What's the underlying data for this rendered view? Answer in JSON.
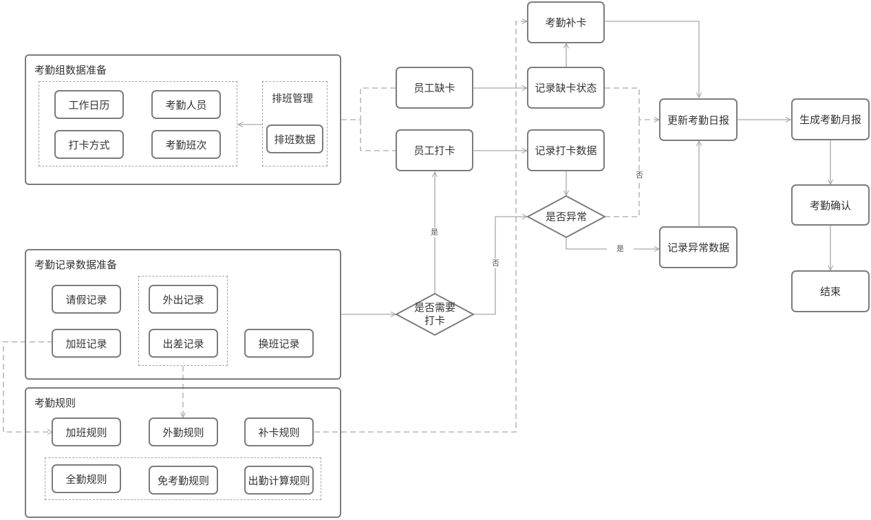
{
  "groups": {
    "group_data": {
      "title": "考勤组数据准备",
      "items": [
        "工作日历",
        "考勤人员",
        "打卡方式",
        "考勤班次"
      ],
      "shift_mgmt": {
        "title": "排班管理",
        "item": "排班数据"
      }
    },
    "record_data": {
      "title": "考勤记录数据准备",
      "items": [
        "请假记录",
        "加班记录",
        "外出记录",
        "出差记录",
        "换班记录"
      ]
    },
    "rules": {
      "title": "考勤规则",
      "items": [
        "加班规则",
        "外勤规则",
        "补卡规则",
        "全勤规则",
        "免考勤规则",
        "出勤计算规则"
      ]
    }
  },
  "flow": {
    "employee_missing": "员工缺卡",
    "employee_punch": "员工打卡",
    "need_punch": {
      "line1": "是否需要",
      "line2": "打卡"
    },
    "supplement": "考勤补卡",
    "record_missing": "记录缺卡状态",
    "record_punch": "记录打卡数据",
    "is_abnormal": "是否异常",
    "record_abnormal": "记录异常数据",
    "update_daily": "更新考勤日报",
    "monthly_report": "生成考勤月报",
    "confirm": "考勤确认",
    "end": "结束"
  },
  "edge_labels": {
    "yes": "是",
    "no": "否"
  },
  "colors": {
    "node_border": "#7a7a7a",
    "line": "#a8a8a8",
    "text": "#333333"
  }
}
